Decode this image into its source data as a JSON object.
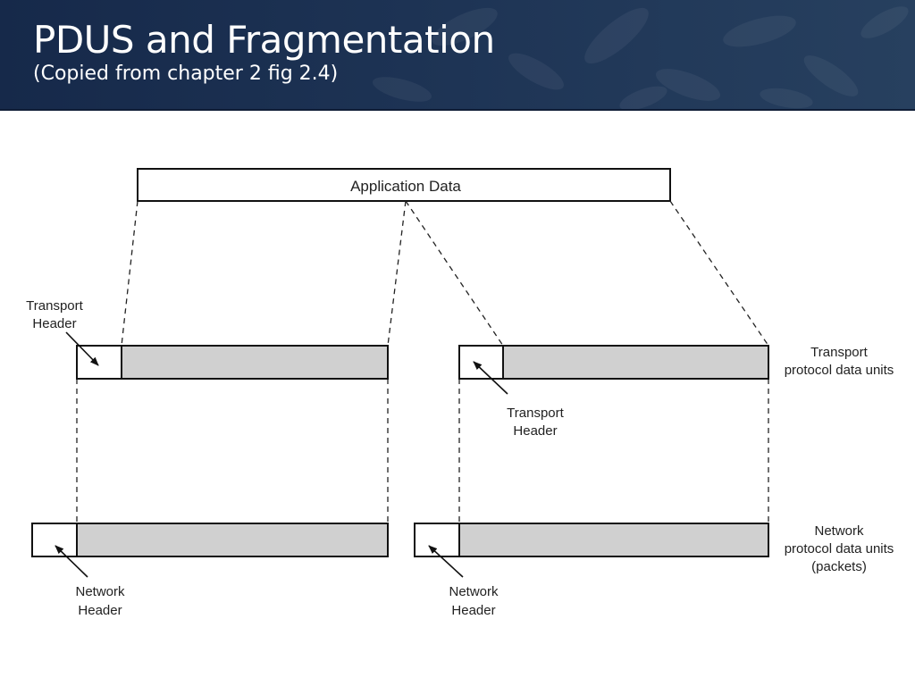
{
  "slide": {
    "title": "PDUS and Fragmentation",
    "subtitle": "(Copied from chapter 2 fig 2.4)"
  },
  "diagram": {
    "application_data": "Application Data",
    "transport_header_left": [
      "Transport",
      "Header"
    ],
    "transport_header_right": [
      "Transport",
      "Header"
    ],
    "network_header_left": [
      "Network",
      "Header"
    ],
    "network_header_right": [
      "Network",
      "Header"
    ],
    "transport_pdu_label": [
      "Transport",
      "protocol data units"
    ],
    "network_pdu_label": [
      "Network",
      "protocol data units",
      "(packets)"
    ]
  },
  "colors": {
    "payload_fill": "#d0d0d0",
    "header_fill": "#ffffff",
    "stroke": "#111111"
  }
}
